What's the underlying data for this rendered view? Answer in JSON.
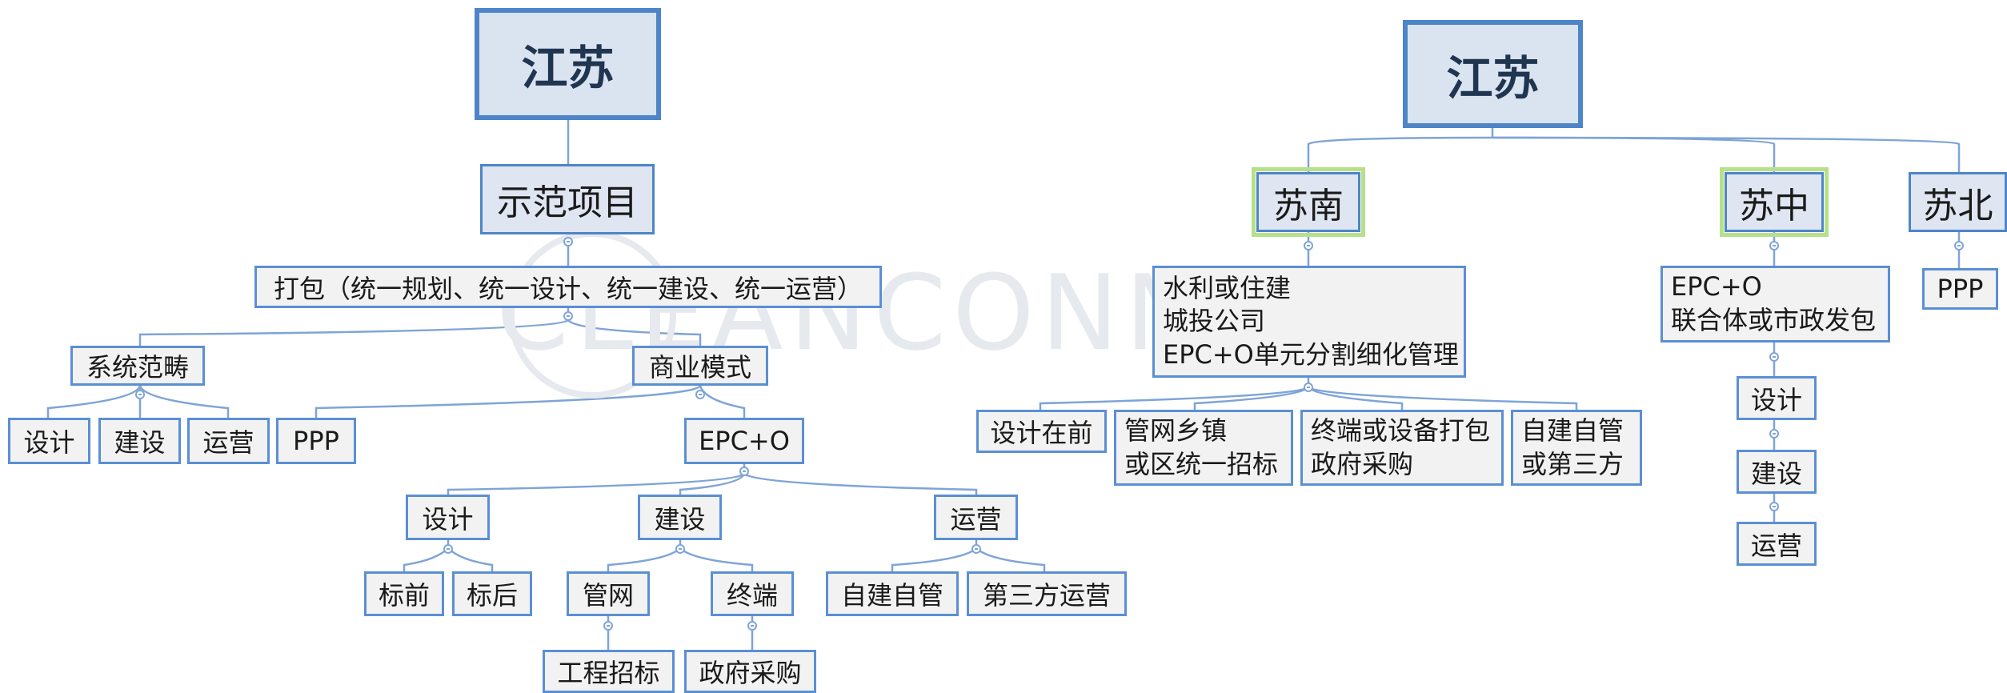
{
  "watermark": "CLEANCONNECT",
  "left_tree": {
    "root": "江苏",
    "demo": "示范项目",
    "pack": "打包（统一规划、统一设计、统一建设、统一运营）",
    "system": "系统范畴",
    "sys_design": "设计",
    "sys_build": "建设",
    "sys_operate": "运营",
    "business": "商业模式",
    "ppp": "PPP",
    "epco": "EPC+O",
    "design": "设计",
    "build": "建设",
    "operate": "运营",
    "pre_bid": "标前",
    "post_bid": "标后",
    "pipe": "管网",
    "terminal": "终端",
    "eng_tender": "工程招标",
    "gov_purchase": "政府采购",
    "self_build": "自建自管",
    "third_party": "第三方运营"
  },
  "right_tree": {
    "root": "江苏",
    "south": "苏南",
    "south_box": [
      "水利或住建",
      "城投公司",
      "EPC+O单元分割细化管理"
    ],
    "design_first": "设计在前",
    "pipe_town": [
      "管网乡镇",
      "或区统一招标"
    ],
    "terminal_pack": [
      "终端或设备打包",
      "政府采购"
    ],
    "self_or_third": [
      "自建自管",
      "或第三方"
    ],
    "central": "苏中",
    "central_box": [
      "EPC+O",
      "联合体或市政发包"
    ],
    "c_design": "设计",
    "c_build": "建设",
    "c_operate": "运营",
    "north": "苏北",
    "north_ppp": "PPP"
  }
}
